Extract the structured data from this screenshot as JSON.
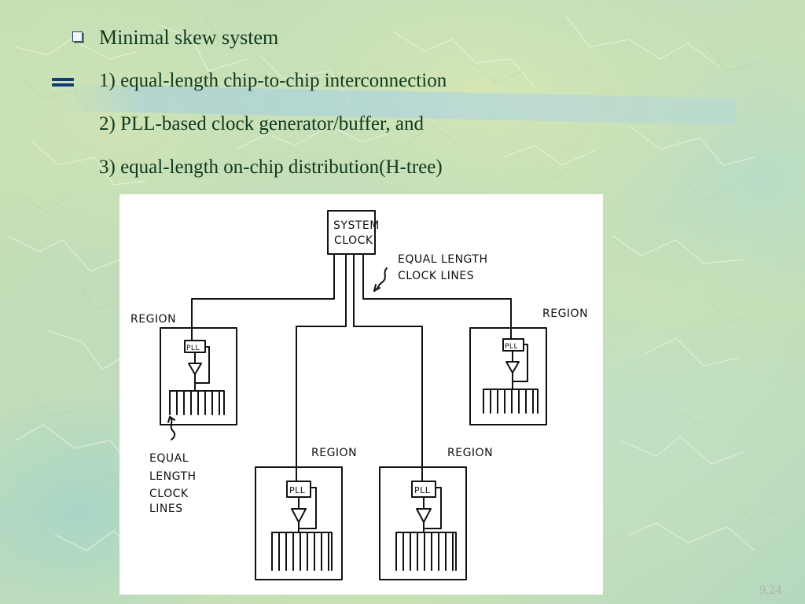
{
  "slide": {
    "title": "Minimal skew system",
    "items": [
      "1) equal-length chip-to-chip interconnection",
      "2) PLL-based clock generator/buffer, and",
      "3) equal-length on-chip distribution(H-tree)"
    ],
    "page_number": "9.24"
  },
  "diagram": {
    "system_clock_line1": "SYSTEM",
    "system_clock_line2": "CLOCK",
    "equal_length_top_line1": "EQUAL LENGTH",
    "equal_length_top_line2": "CLOCK LINES",
    "region_label": "REGION",
    "pll_label": "PLL",
    "equal_length_side": [
      "EQUAL",
      "LENGTH",
      "CLOCK",
      "LINES"
    ]
  },
  "colors": {
    "text": "#0f3a20",
    "bullet": "#1e3c7a",
    "equals": "#163a76",
    "page_number": "#aab4a6"
  },
  "icons": {
    "bullet": "hollow-square-bullet-icon",
    "equals": "equals-icon"
  }
}
